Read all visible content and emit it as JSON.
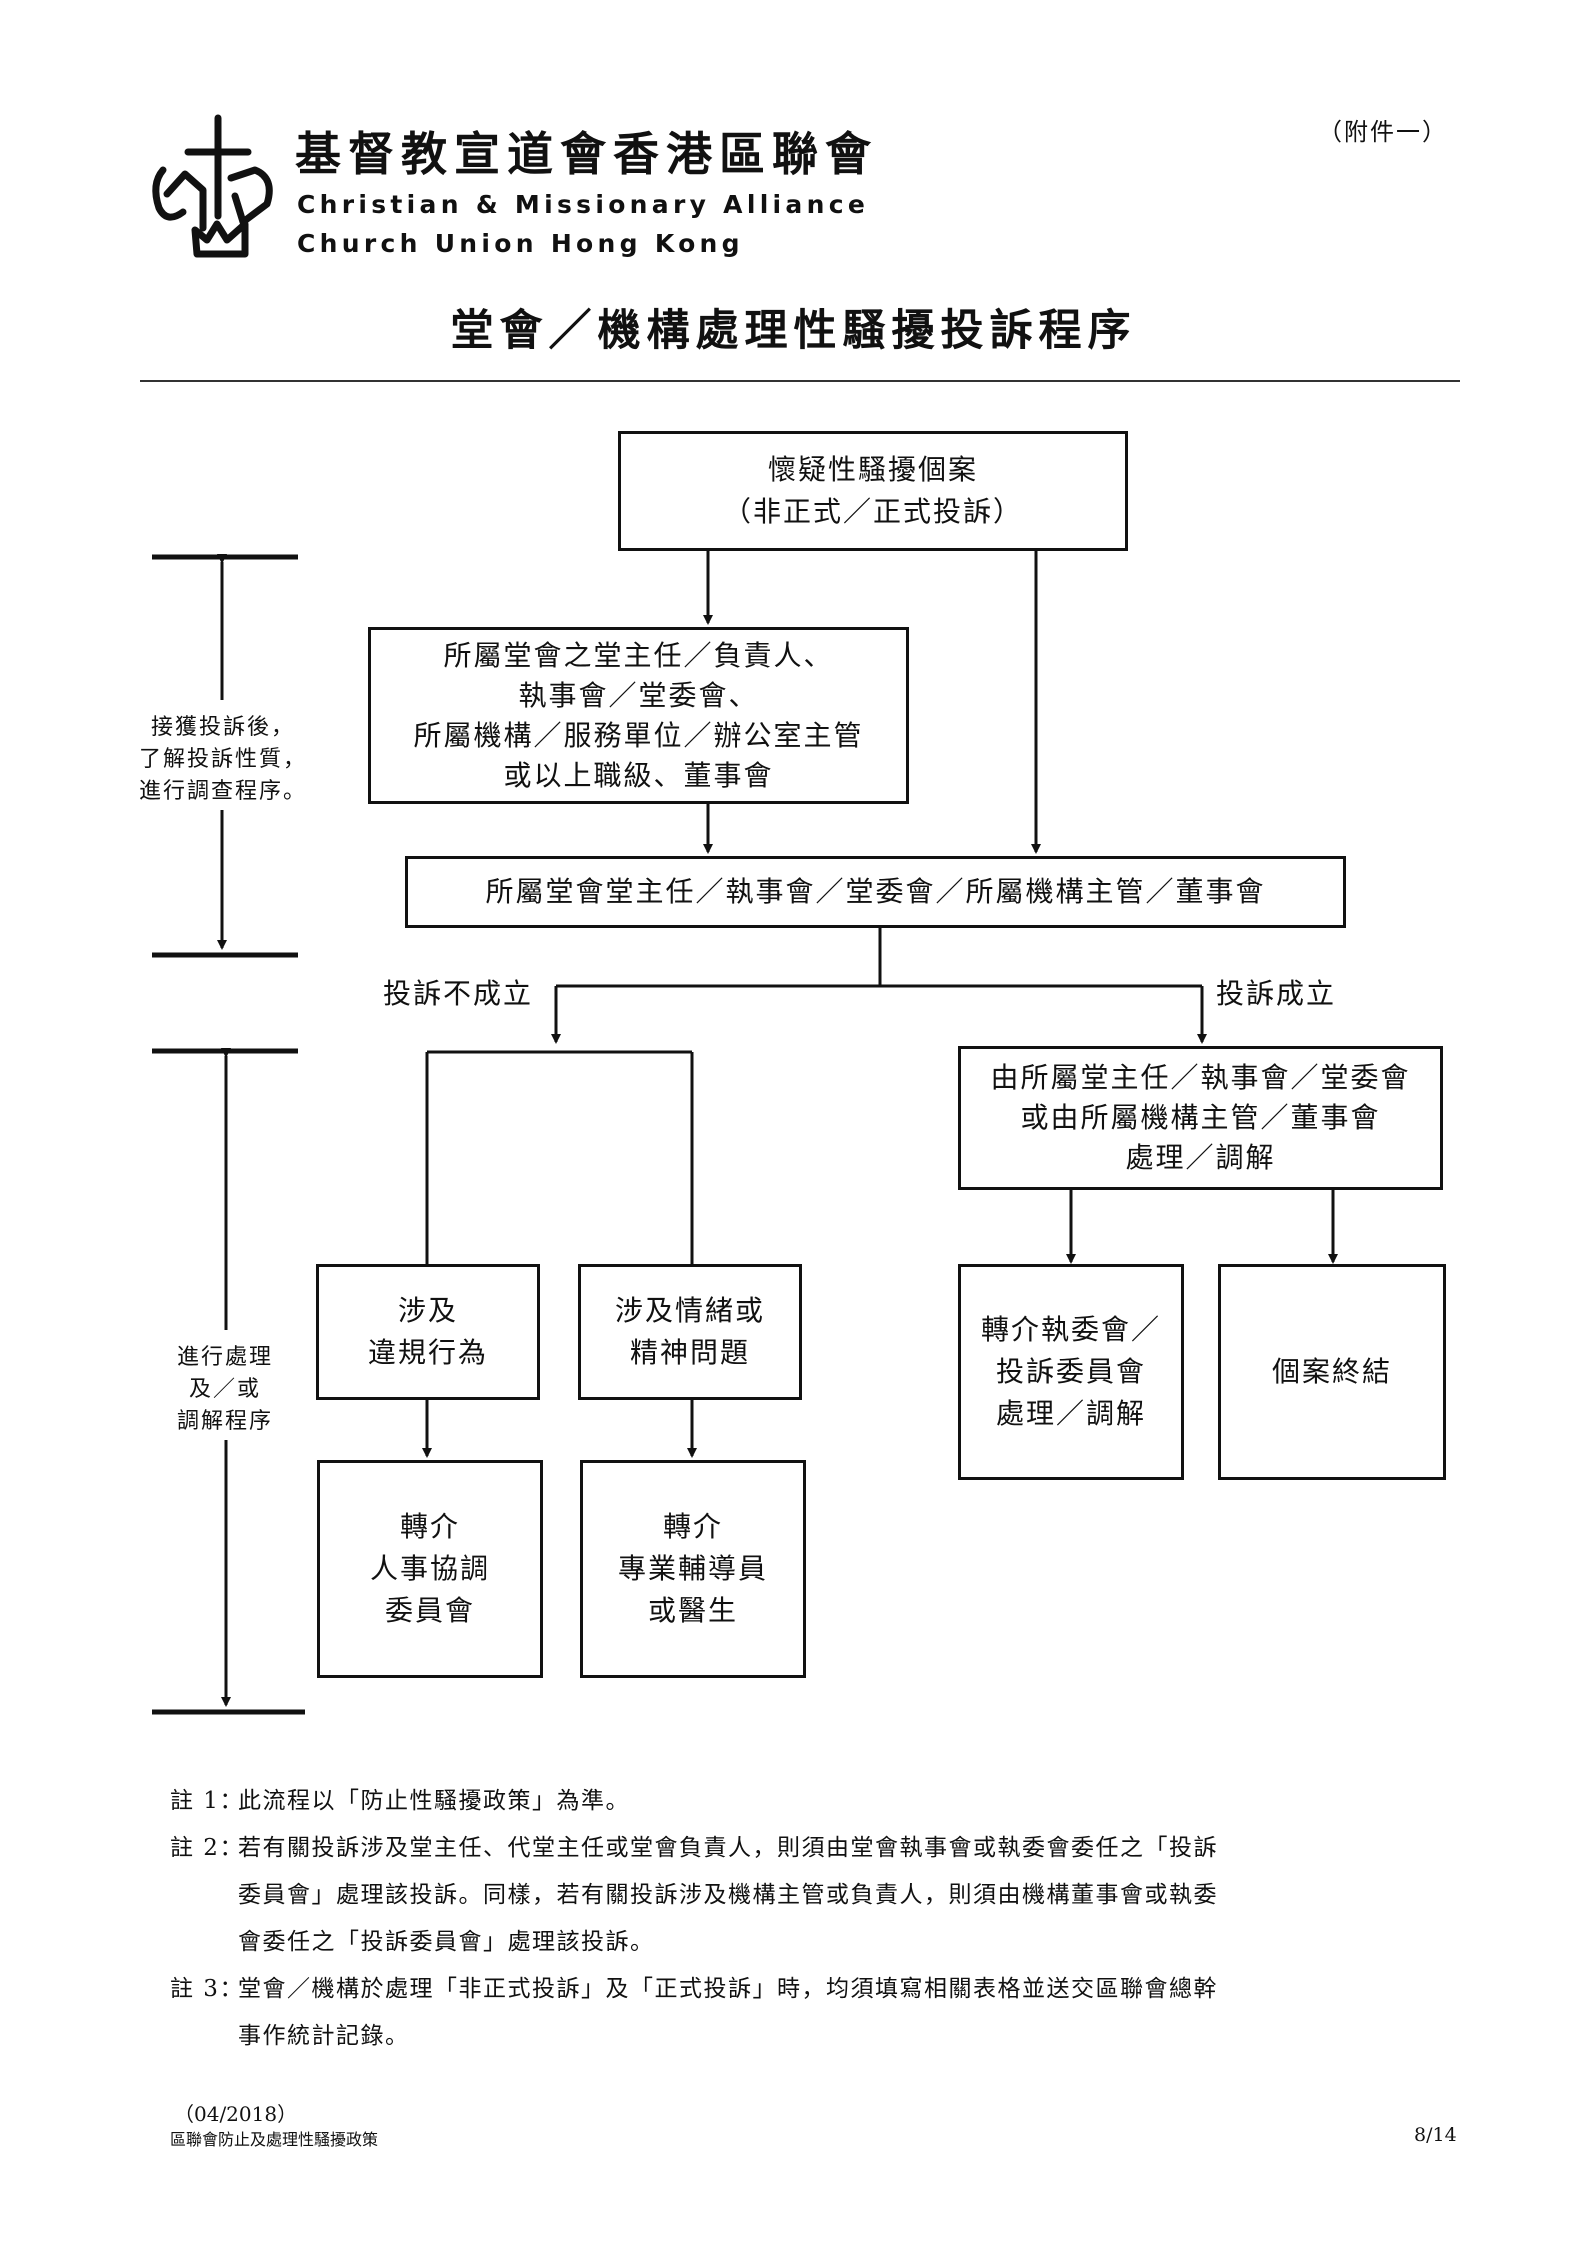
{
  "header": {
    "org_name_cn": "基督教宣道會香港區聯會",
    "org_name_en_line1": "Christian & Missionary Alliance",
    "org_name_en_line2": "Church Union Hong Kong",
    "attachment": "（附件一）",
    "logo_icon": "cross-church-logo-icon"
  },
  "title": "堂會／機構處理性騷擾投訴程序",
  "phases": [
    {
      "lines": [
        "接獲投訴後，",
        "了解投訴性質，",
        "進行調查程序。"
      ]
    },
    {
      "lines": [
        "進行處理",
        "及／或",
        "調解程序"
      ]
    }
  ],
  "flow": {
    "case": {
      "lines": [
        "懷疑性騷擾個案",
        "（非正式／正式投訴）"
      ]
    },
    "responsible": {
      "lines": [
        "所屬堂會之堂主任／負責人、",
        "執事會／堂委會、",
        "所屬機構／服務單位／辦公室主管",
        "或以上職級、董事會"
      ]
    },
    "decision": {
      "lines": [
        "所屬堂會堂主任／執事會／堂委會／所屬機構主管／董事會"
      ]
    },
    "branch_unfounded": "投訴不成立",
    "branch_founded": "投訴成立",
    "violation": {
      "lines": [
        "涉及",
        "違規行為"
      ]
    },
    "emotional": {
      "lines": [
        "涉及情緒或",
        "精神問題"
      ]
    },
    "refer_hr": {
      "lines": [
        "轉介",
        "人事協調",
        "委員會"
      ]
    },
    "refer_counsel": {
      "lines": [
        "轉介",
        "專業輔導員",
        "或醫生"
      ]
    },
    "handle": {
      "lines": [
        "由所屬堂主任／執事會／堂委會",
        "或由所屬機構主管／董事會",
        "處理／調解"
      ]
    },
    "refer_exec": {
      "lines": [
        "轉介執委會／",
        "投訴委員會",
        "處理／調解"
      ]
    },
    "close_case": {
      "lines": [
        "個案終結"
      ]
    }
  },
  "notes": [
    {
      "label": "註 1：",
      "text": "此流程以「防止性騷擾政策」為準。"
    },
    {
      "label": "註 2：",
      "text": "若有關投訴涉及堂主任、代堂主任或堂會負責人，則須由堂會執事會或執委會委任之「投訴委員會」處理該投訴。同樣，若有關投訴涉及機構主管或負責人，則須由機構董事會或執委會委任之「投訴委員會」處理該投訴。"
    },
    {
      "label": "註 3：",
      "text": "堂會／機構於處理「非正式投訴」及「正式投訴」時，均須填寫相關表格並送交區聯會總幹事作統計記錄。"
    }
  ],
  "footer": {
    "date": "（04/2018）",
    "doc_name": "區聯會防止及處理性騷擾政策",
    "page": "8/14"
  }
}
